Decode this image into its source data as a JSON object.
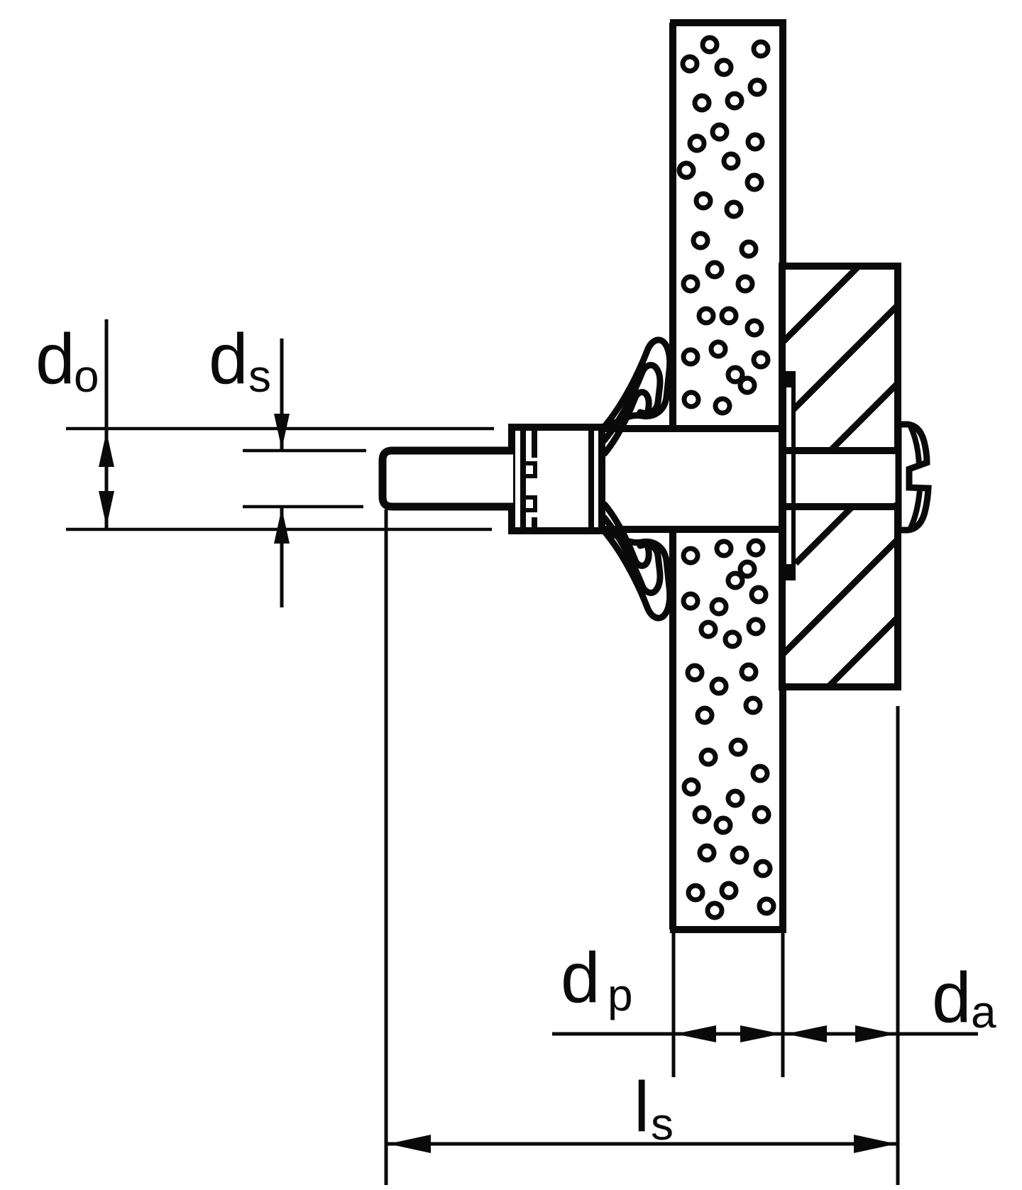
{
  "figure": {
    "labels": {
      "hole_diameter": {
        "main": "d",
        "sub": "o"
      },
      "screw_diameter": {
        "main": "d",
        "sub": "s"
      },
      "panel_thickness": {
        "main": "d",
        "sub": "p"
      },
      "fixture_thickness": {
        "main": "d",
        "sub": "a"
      },
      "screw_length": {
        "main": "l",
        "sub": "s"
      }
    },
    "colors": {
      "line": "#0a0a0a",
      "background": "#ffffff"
    }
  }
}
